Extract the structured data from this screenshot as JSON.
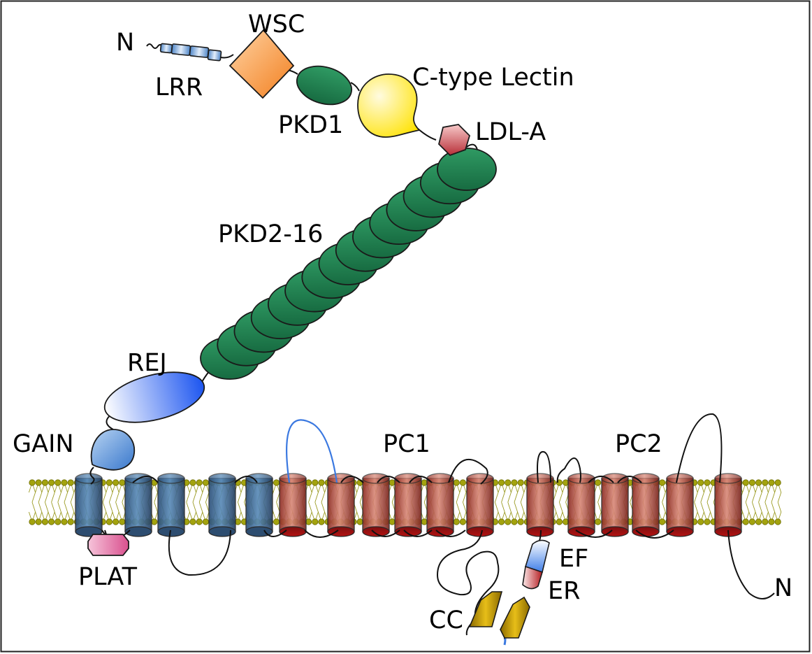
{
  "labels": {
    "n_terminus_pc1": "N",
    "lrr": "LRR",
    "wsc": "WSC",
    "pkd1": "PKD1",
    "c_type_lectin": "C-type Lectin",
    "ldl_a": "LDL-A",
    "pkd2_16": "PKD2-16",
    "rej": "REJ",
    "gain": "GAIN",
    "plat": "PLAT",
    "pc1": "PC1",
    "pc2": "PC2",
    "cc": "CC",
    "ef": "EF",
    "er": "ER",
    "n_terminus_pc2": "N"
  },
  "colors": {
    "pkd_green": "#1f7a4d",
    "wsc_orange": "#f7923a",
    "lectin_yellow": "#ffe81a",
    "ldl_red": "#c9444b",
    "rej_blue": "#2b62e8",
    "gain_blue": "#4a86d6",
    "plat_pink": "#e273a6",
    "pc1_helix_blue": "#3f6e9c",
    "pc2_helix_red": "#b44a3e",
    "membrane_olive": "#a3a30e",
    "cc_gold": "#d8ae0f",
    "loop_blue": "#3a78e0"
  },
  "pc1_tm_helices": 11,
  "pc2_tm_helices": 6,
  "pkd_repeat_domains": 15
}
